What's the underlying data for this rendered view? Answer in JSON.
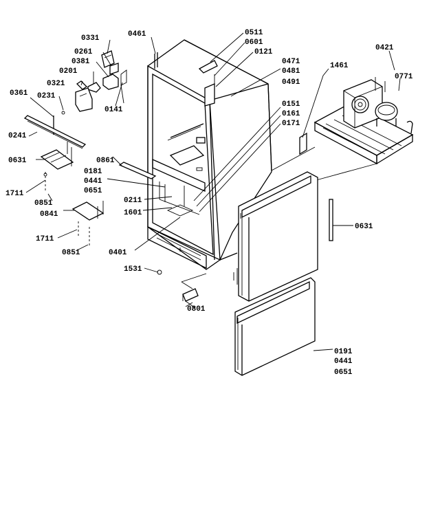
{
  "labels": {
    "l0461": "0461",
    "l0511": "0511",
    "l0601": "0601",
    "l0121": "0121",
    "l0331": "0331",
    "l0261": "0261",
    "l0381": "0381",
    "l0201": "0201",
    "l0321": "0321",
    "l0141": "0141",
    "l0231": "0231",
    "l0361": "0361",
    "l0241": "0241",
    "l0631a": "0631",
    "l1711a": "1711",
    "l0851a": "0851",
    "l0841": "0841",
    "l1711b": "1711",
    "l0851b": "0851",
    "l0421": "0421",
    "l0771": "0771",
    "l1461": "1461",
    "l0471": "0471",
    "l0481": "0481",
    "l0491": "0491",
    "l0151": "0151",
    "l0161": "0161",
    "l0171": "0171",
    "l0861": "0861",
    "l0181": "0181",
    "l0441a": "0441",
    "l0651a": "0651",
    "l0211": "0211",
    "l1601": "1601",
    "l0401": "0401",
    "l1531": "1531",
    "l0801": "0801",
    "l0631b": "0631",
    "l0191": "0191",
    "l0441b": "0441",
    "l0651b": "0651"
  }
}
